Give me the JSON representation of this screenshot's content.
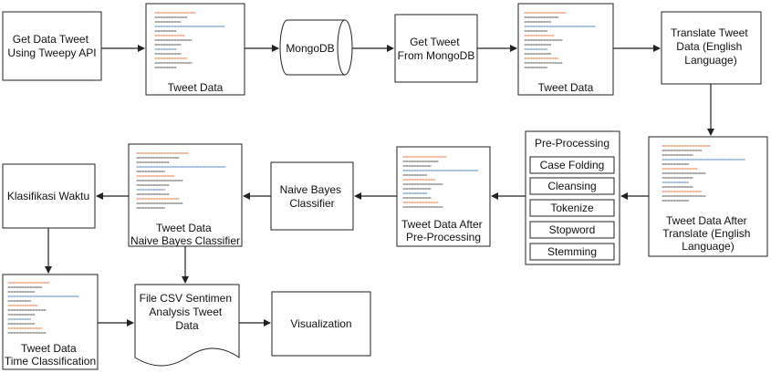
{
  "nodes": {
    "get_data": [
      "Get Data Tweet",
      "Using Tweepy API"
    ],
    "tweet_data_1": [
      "Tweet Data"
    ],
    "mongodb": [
      "MongoDB"
    ],
    "get_tweet": [
      "Get Tweet",
      "From MongoDB"
    ],
    "tweet_data_2": [
      "Tweet Data"
    ],
    "translate": [
      "Translate Tweet",
      "Data (English",
      "Language)"
    ],
    "tweet_after_translate": [
      "Tweet Data After",
      "Translate (English",
      "Language)"
    ],
    "preprocessing_title": "Pre-Processing",
    "preprocessing_steps": [
      "Case Folding",
      "Cleansing",
      "Tokenize",
      "Stopword",
      "Stemming"
    ],
    "tweet_after_pre": [
      "Tweet Data After",
      "Pre-Processing"
    ],
    "naive_bayes": [
      "Naive Bayes",
      "Classifier"
    ],
    "tweet_nb": [
      "Tweet Data",
      "Naive Bayes Classifier"
    ],
    "klasifikasi": [
      "Klasifikasi Waktu"
    ],
    "tweet_time": [
      "Tweet Data",
      "Time Classification"
    ],
    "csv_file": [
      "File CSV Sentimen",
      "Analysis Tweet",
      "Data"
    ],
    "visualization": [
      "Visualization"
    ]
  },
  "colors": {
    "stroke": "#222222",
    "code_orange": "#e8743b",
    "code_blue": "#4a7fc1",
    "code_dark": "#555555"
  }
}
